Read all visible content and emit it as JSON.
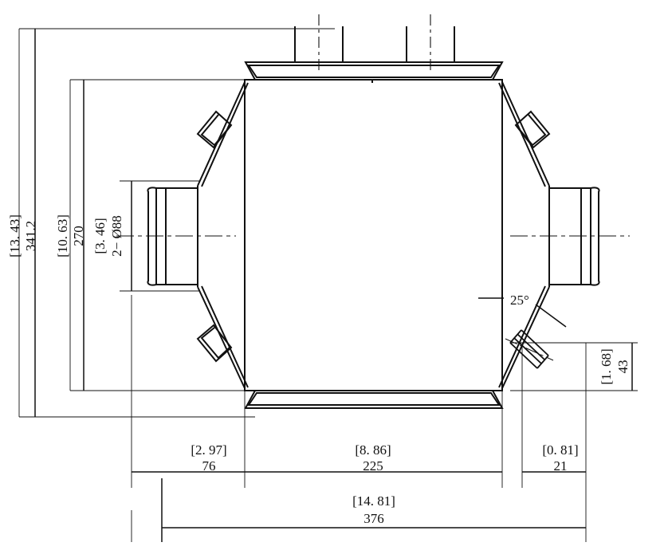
{
  "drawing": {
    "type": "mechanical-orthographic-view",
    "subject": "intercooler / charge-air-cooler core assembly",
    "units_note": "bracketed values are inches, plain values are millimetres",
    "line_color": "#111111",
    "background_color": "#ffffff"
  },
  "dimensions": {
    "overall_height": {
      "inch": "[13. 43]",
      "mm": "341.2",
      "orientation": "vertical",
      "side": "left"
    },
    "core_height": {
      "inch": "[10. 63]",
      "mm": "270",
      "orientation": "vertical",
      "side": "left"
    },
    "port_diameter": {
      "inch": "[3. 46]",
      "mm": "2− Ø88",
      "orientation": "vertical",
      "side": "left",
      "quantity": "2"
    },
    "left_port_length": {
      "inch": "[2. 97]",
      "mm": "76",
      "orientation": "horizontal",
      "side": "bottom"
    },
    "core_width": {
      "inch": "[8. 86]",
      "mm": "225",
      "orientation": "horizontal",
      "side": "bottom"
    },
    "right_offset": {
      "inch": "[0. 81]",
      "mm": "21",
      "orientation": "horizontal",
      "side": "bottom"
    },
    "overall_width": {
      "inch": "[14. 81]",
      "mm": "376",
      "orientation": "horizontal",
      "side": "bottom"
    },
    "boss_offset": {
      "inch": "[1. 68]",
      "mm": "43",
      "orientation": "vertical",
      "side": "right"
    },
    "chamfer_angle": {
      "value": "25°",
      "orientation": "leader",
      "side": "right"
    }
  },
  "features": {
    "top_ports": [
      {
        "name": "top-port-left"
      },
      {
        "name": "top-port-right"
      }
    ],
    "side_ports": [
      {
        "name": "inlet-port-left"
      },
      {
        "name": "outlet-port-right"
      }
    ],
    "brackets": [
      {
        "name": "bracket-upper-left"
      },
      {
        "name": "bracket-lower-left"
      },
      {
        "name": "bracket-upper-right"
      }
    ],
    "threaded_boss": {
      "name": "threaded-boss-lower-right"
    },
    "flanges": [
      {
        "name": "top-flange"
      },
      {
        "name": "bottom-flange"
      }
    ]
  }
}
